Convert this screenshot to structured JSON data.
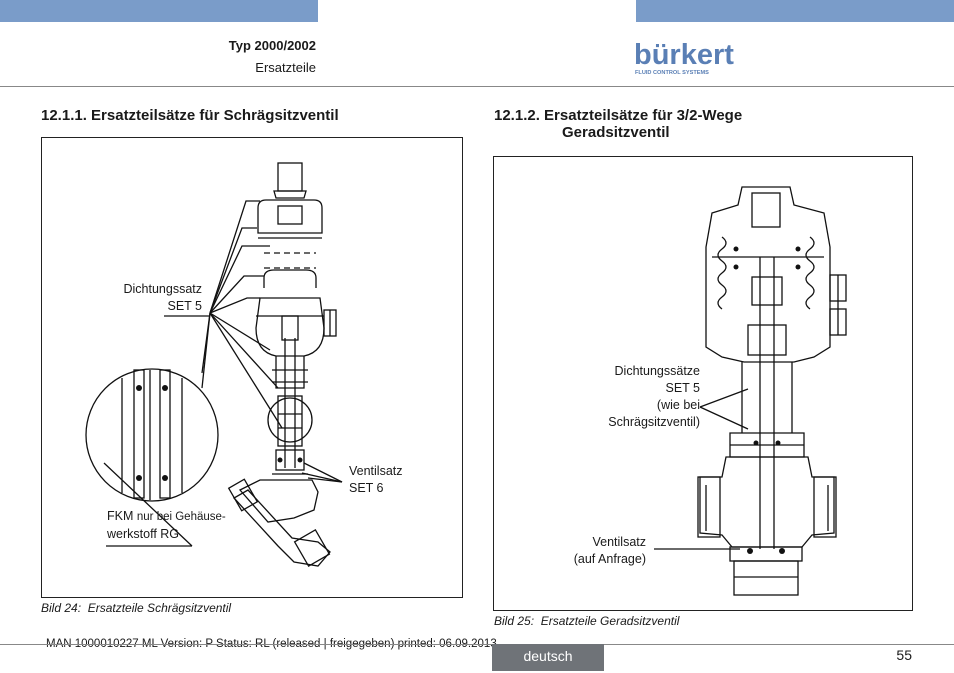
{
  "header": {
    "title": "Typ 2000/2002",
    "subtitle": "Ersatzteile",
    "logo_text": "bürkert",
    "logo_tagline": "FLUID CONTROL SYSTEMS",
    "accent_color": "#7a9cc9"
  },
  "sections": [
    {
      "heading_line1": "12.1.1. Ersatzteilsätze für Schrägsitzventil",
      "labels": {
        "seal_set": "Dichtungssatz",
        "seal_set_code": "SET 5",
        "valve_set": "Ventilsatz",
        "valve_set_code": "SET 6",
        "fkm_line1_a": "FKM",
        "fkm_line1_b": "nur bei Gehäuse-",
        "fkm_line2": "werkstoff RG"
      },
      "caption_label": "Bild 24:",
      "caption_text": "Ersatzteile Schrägsitzventil"
    },
    {
      "heading_line1": "12.1.2. Ersatzteilsätze für 3/2-Wege",
      "heading_line2": "Geradsitzventil",
      "labels": {
        "seal_sets": "Dichtungssätze",
        "seal_sets_code": "SET 5",
        "seal_note1": "(wie bei",
        "seal_note2": "Schrägsitzventil)",
        "valve_set": "Ventilsatz",
        "valve_note": "(auf Anfrage)"
      },
      "caption_label": "Bild 25:",
      "caption_text": "Ersatzteile Geradsitzventil"
    }
  ],
  "footer": {
    "doc_info": "MAN  1000010227  ML  Version: P Status: RL (released | freigegeben)  printed: 06.09.2013",
    "language": "deutsch",
    "page_number": "55"
  }
}
